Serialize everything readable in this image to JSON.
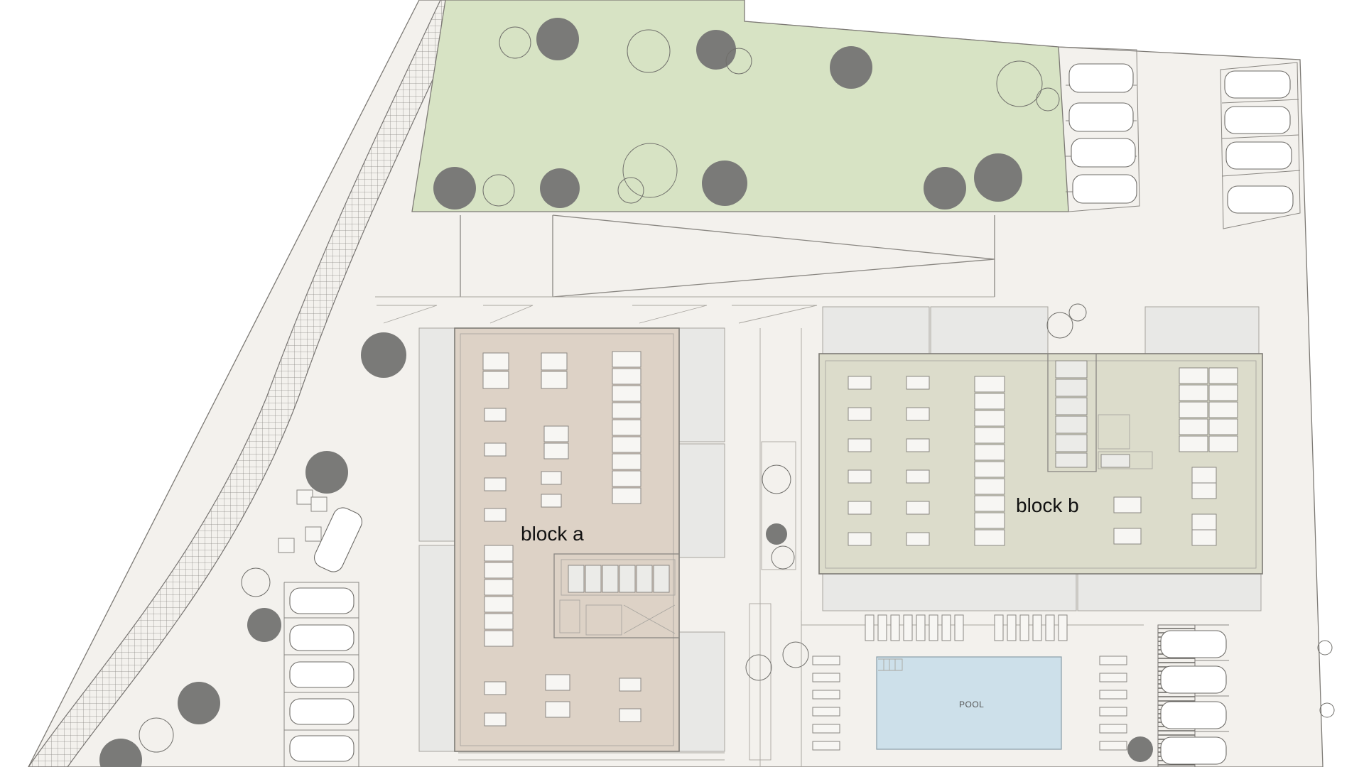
{
  "map": {
    "labels": {
      "block_a": "block a",
      "block_b": "block b",
      "pool": "POOL"
    },
    "colors": {
      "lawn": "#d7e3c4",
      "block_a_roof": "#ddd2c6",
      "block_b_roof": "#dcdccb",
      "pool_water": "#cde0ea",
      "ground": "#f3f1ed",
      "tree_canopy": "#7a7a78"
    },
    "icons": [
      "tree-icon",
      "car-icon",
      "solar-panel-icon",
      "accessible-parking-icon"
    ]
  }
}
